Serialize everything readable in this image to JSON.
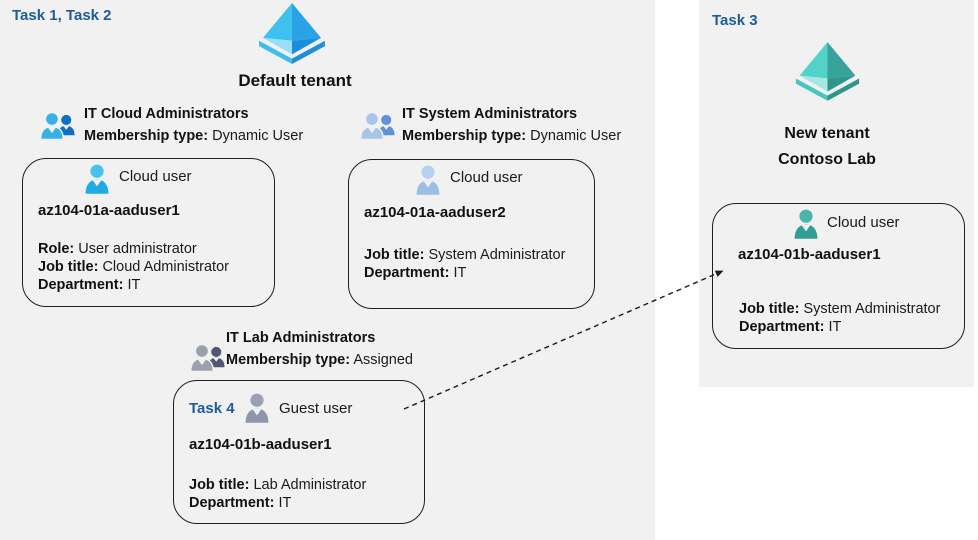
{
  "tasks": {
    "task12_label": "Task 1, Task 2",
    "task3_label": "Task 3",
    "task4_label": "Task 4"
  },
  "default_tenant": {
    "title": "Default tenant",
    "groups": [
      {
        "name": "IT Cloud Administrators",
        "membership_label": "Membership type:",
        "membership_value": "Dynamic User"
      },
      {
        "name": "IT System Administrators",
        "membership_label": "Membership type:",
        "membership_value": "Dynamic User"
      },
      {
        "name": "IT Lab Administrators",
        "membership_label": "Membership type:",
        "membership_value": "Assigned"
      }
    ],
    "users": [
      {
        "type_label": "Cloud user",
        "name": "az104-01a-aaduser1",
        "attributes": [
          {
            "label": "Role:",
            "value": "User administrator"
          },
          {
            "label": "Job title:",
            "value": "Cloud Administrator"
          },
          {
            "label": "Department:",
            "value": "IT"
          }
        ]
      },
      {
        "type_label": "Cloud user",
        "name": "az104-01a-aaduser2",
        "attributes": [
          {
            "label": "Job title:",
            "value": "System Administrator"
          },
          {
            "label": "Department:",
            "value": "IT"
          }
        ]
      },
      {
        "type_label": "Guest user",
        "name": "az104-01b-aaduser1",
        "attributes": [
          {
            "label": "Job title:",
            "value": "Lab Administrator"
          },
          {
            "label": "Department:",
            "value": "IT"
          }
        ]
      }
    ]
  },
  "new_tenant": {
    "title_line1": "New tenant",
    "title_line2": "Contoso Lab",
    "user": {
      "type_label": "Cloud user",
      "name": "az104-01b-aaduser1",
      "attributes": [
        {
          "label": "Job title:",
          "value": "System Administrator"
        },
        {
          "label": "Department:",
          "value": "IT"
        }
      ]
    }
  },
  "colors": {
    "task_label_blue": "#1e5c9a",
    "panel_bg": "#f1f1f2",
    "box_border": "#1f1f1f",
    "text": "#1a1a1a",
    "tenant_icon_blue": "#3fc1f0",
    "tenant_icon_teal": "#52d2c8",
    "cloud_user_icon_blue": "#21abe5",
    "cloud_user_icon_pale_blue": "#9cbde4",
    "guest_user_icon_gray": "#8f96ab",
    "cloud_user_icon_teal": "#2f9e96",
    "group_icon_blue": "#36b1e5",
    "group_icon_dark_blue": "#0e6fc5",
    "group_icon_pale_blue": "#a8c5e9",
    "group_icon_gray": "#9aa0ac"
  }
}
